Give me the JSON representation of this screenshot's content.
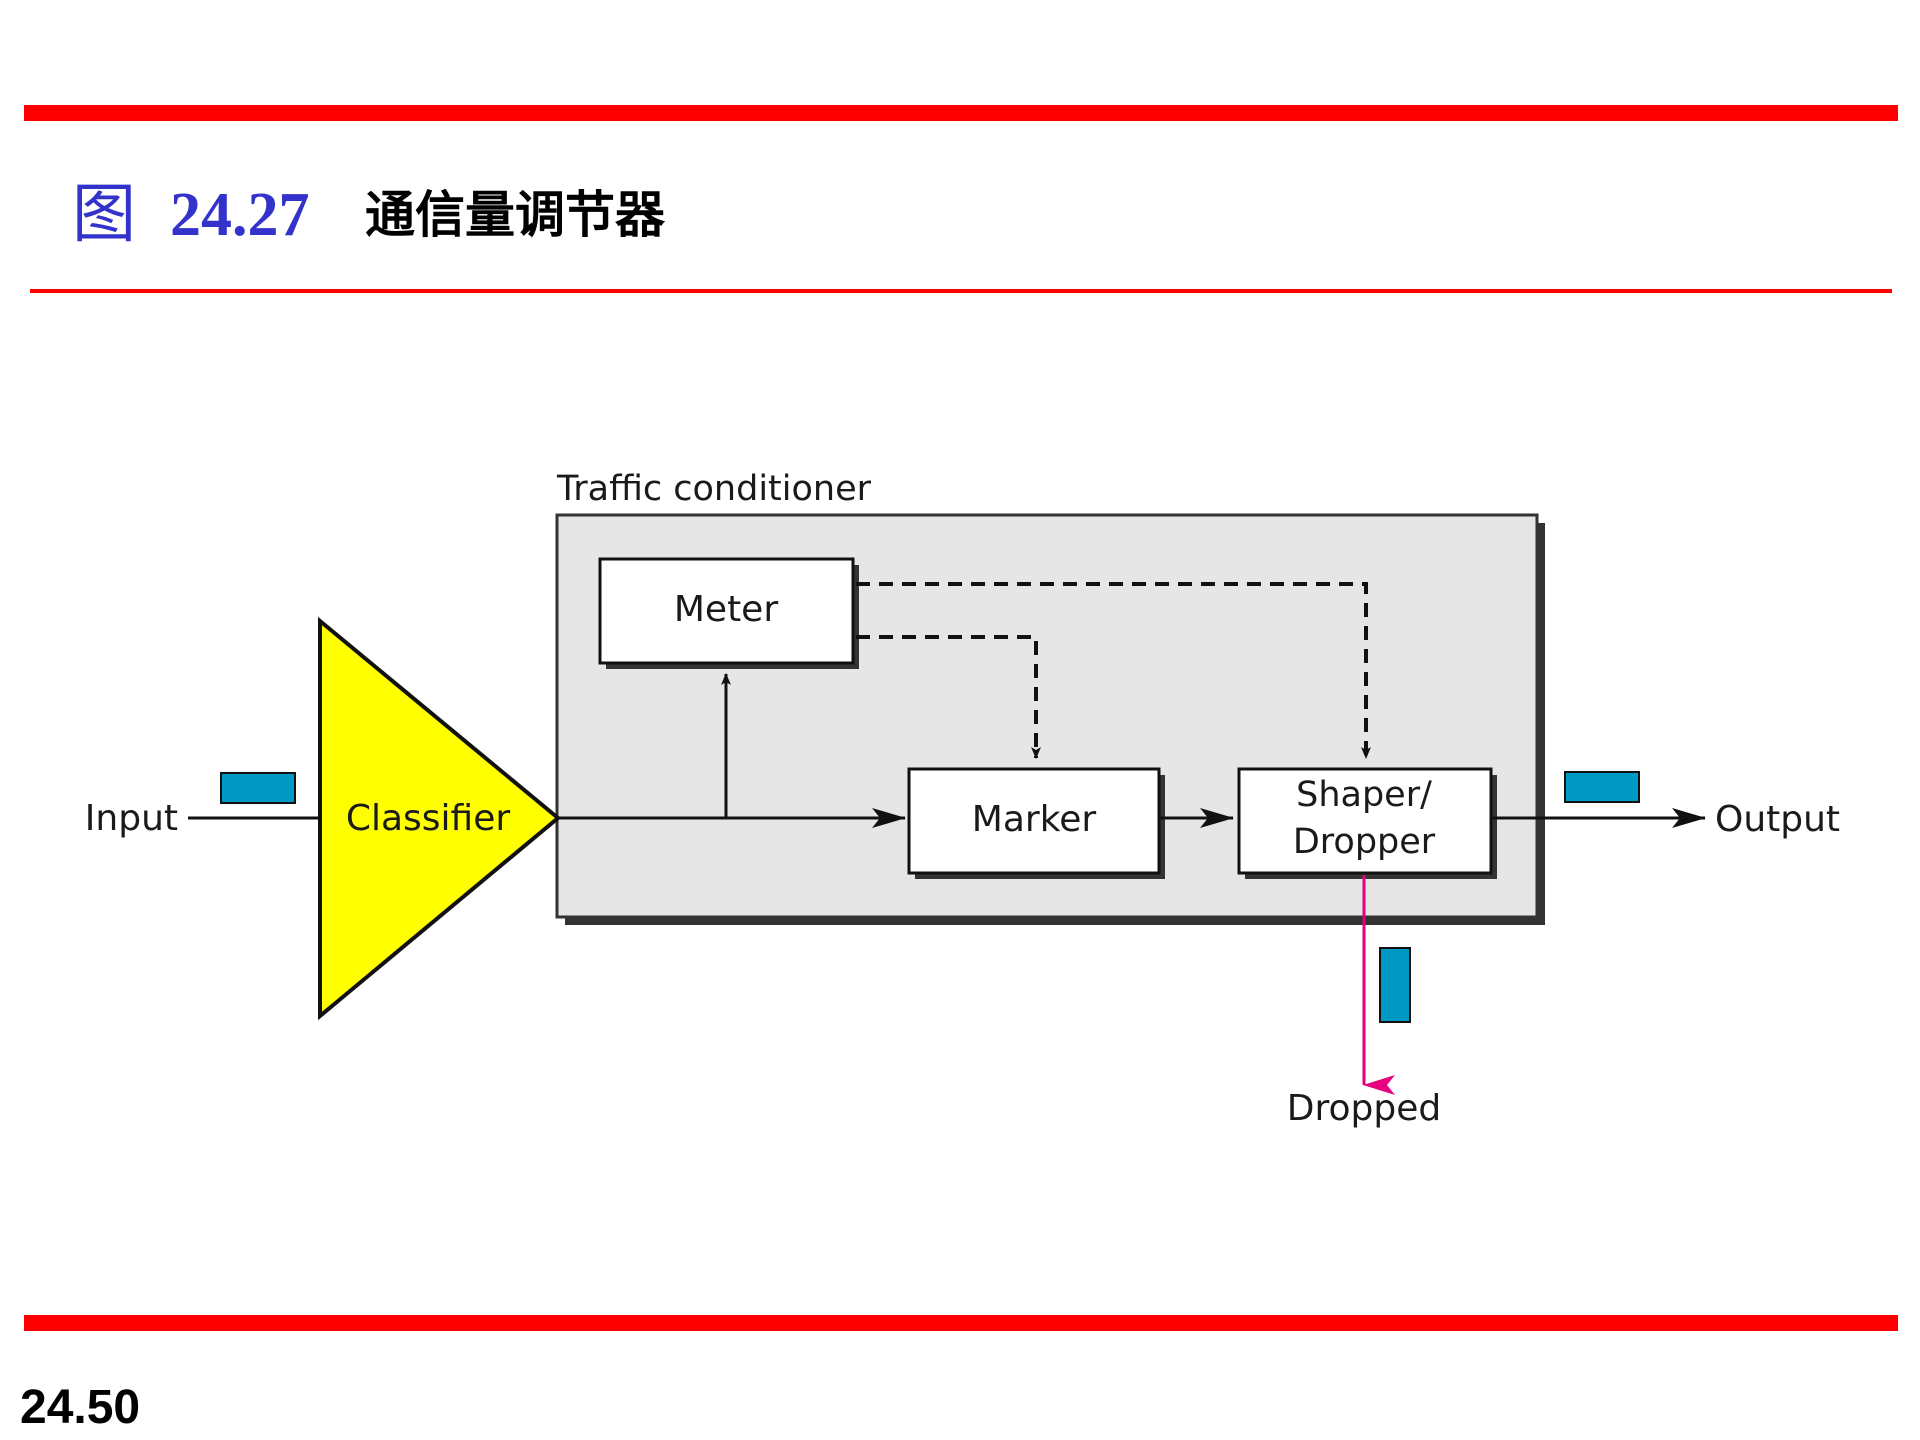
{
  "slide": {
    "title_prefix": "图",
    "title_number": "24.27",
    "title_text": "通信量调节器",
    "page_number": "24.50"
  },
  "diagram": {
    "container_label": "Traffic conditioner",
    "input_label": "Input",
    "output_label": "Output",
    "dropped_label": "Dropped",
    "classifier_label": "Classifier",
    "meter_label": "Meter",
    "marker_label": "Marker",
    "shaper_label_line1": "Shaper/",
    "shaper_label_line2": "Dropper"
  },
  "colors": {
    "rule": "#ff0000",
    "title_accent": "#3333cc",
    "classifier_fill": "#ffff00",
    "container_fill": "#e6e6e6",
    "packet_fill": "#0099c6",
    "drop_arrow": "#e6007e"
  },
  "icons": {
    "packet": "packet-icon"
  }
}
